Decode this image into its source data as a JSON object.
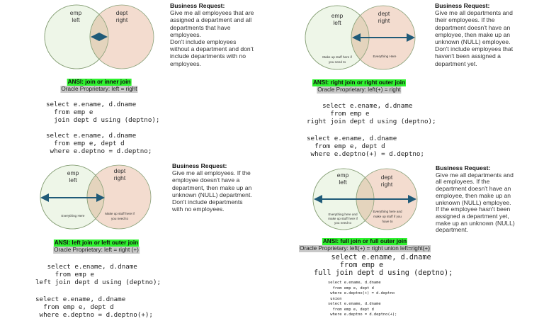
{
  "colors": {
    "left_circle": "#eef6e8",
    "right_circle": "#f3dccf",
    "overlap": "#e4d4bd",
    "arrow": "#1f5a78",
    "ansi_highlight": "#2ef22e",
    "oracle_highlight": "#c8c8c8"
  },
  "venn_labels": {
    "left": "emp",
    "left_sub": "left",
    "right": "dept",
    "right_sub": "right"
  },
  "panels": [
    {
      "id": "inner",
      "request_heading": "Business Request:",
      "request_lines": [
        "Give me all employees that are",
        "assigned a department and all",
        "departments that have",
        "employees.",
        "Don't include employees",
        "without a department and don't",
        "include departments with no",
        "employees."
      ],
      "ansi": "ANSI: join or inner join",
      "oracle": "Oracle Proprietary: left = right",
      "code_ansi": "select e.ename, d.dname\n  from emp e\n  join dept d using (deptno);",
      "code_oracle": "select e.ename, d.dname\n  from emp e, dept d\n where e.deptno = d.deptno;"
    },
    {
      "id": "right",
      "request_heading": "Business Request:",
      "request_lines": [
        "Give me all departments and",
        "their employees. If the",
        "department doesn't have an",
        "employee, then make up an",
        "unknown (NULL) employee.",
        "Don't include employees that",
        "haven't been assigned a",
        "department yet."
      ],
      "left_note": [
        "Make up stuff here if",
        "you need to"
      ],
      "right_note": [
        "Everything Here"
      ],
      "ansi": "ANSI: right join or right outer join",
      "oracle": "Oracle Proprietary: left(+) = right",
      "code_ansi": "    select e.ename, d.dname\n      from emp e\nright join dept d using (deptno);",
      "code_oracle": "select e.ename, d.dname\n  from emp e, dept d\n where e.deptno(+) = d.deptno;"
    },
    {
      "id": "left",
      "request_heading": "Business Request:",
      "request_lines": [
        "Give me all employees. If the",
        "employee doesn't have a",
        "department, then make up an",
        "unknown (NULL) department.",
        "Don't include departments",
        "with no employees."
      ],
      "left_note": [
        "Everything Here"
      ],
      "right_note": [
        "Make up stuff here if",
        "you need to"
      ],
      "ansi": "ANSI: left join or left outer join",
      "oracle": "Oracle Proprietary: left = right (+)",
      "code_ansi": "   select e.ename, d.dname\n     from emp e\nleft join dept d using (deptno);",
      "code_oracle": "select e.ename, d.dname\n  from emp e, dept d\n where e.deptno = d.deptno(+);"
    },
    {
      "id": "full",
      "request_heading": "Business Request:",
      "request_lines": [
        "Give me all departments and",
        "all employees. If the",
        "department doesn't have an",
        "employee, then make up an",
        "unknown (NULL) employee.",
        "If the employee hasn't been",
        "assigned a department yet,",
        "make up an unknown (NULL)",
        "department."
      ],
      "left_note": [
        "Everything here and",
        "make up stuff here if",
        "you need to"
      ],
      "right_note": [
        "Everything here and",
        "make up stuff if you",
        "have to"
      ],
      "ansi": "ANSI: full join or full outer join",
      "oracle": "Oracle Proprietary: left(+) = right union left=right(+)",
      "code_ansi": "    select e.ename, d.dname\n      from emp e\nfull join dept d using (deptno);",
      "code_oracle": "select e.ename, d.dname\n  from emp e, dept d\n where e.deptno(+) = d.deptno\n union\nselect e.ename, d.dname\n  from emp e, dept d\n where e.deptno = d.deptno(+);"
    }
  ]
}
